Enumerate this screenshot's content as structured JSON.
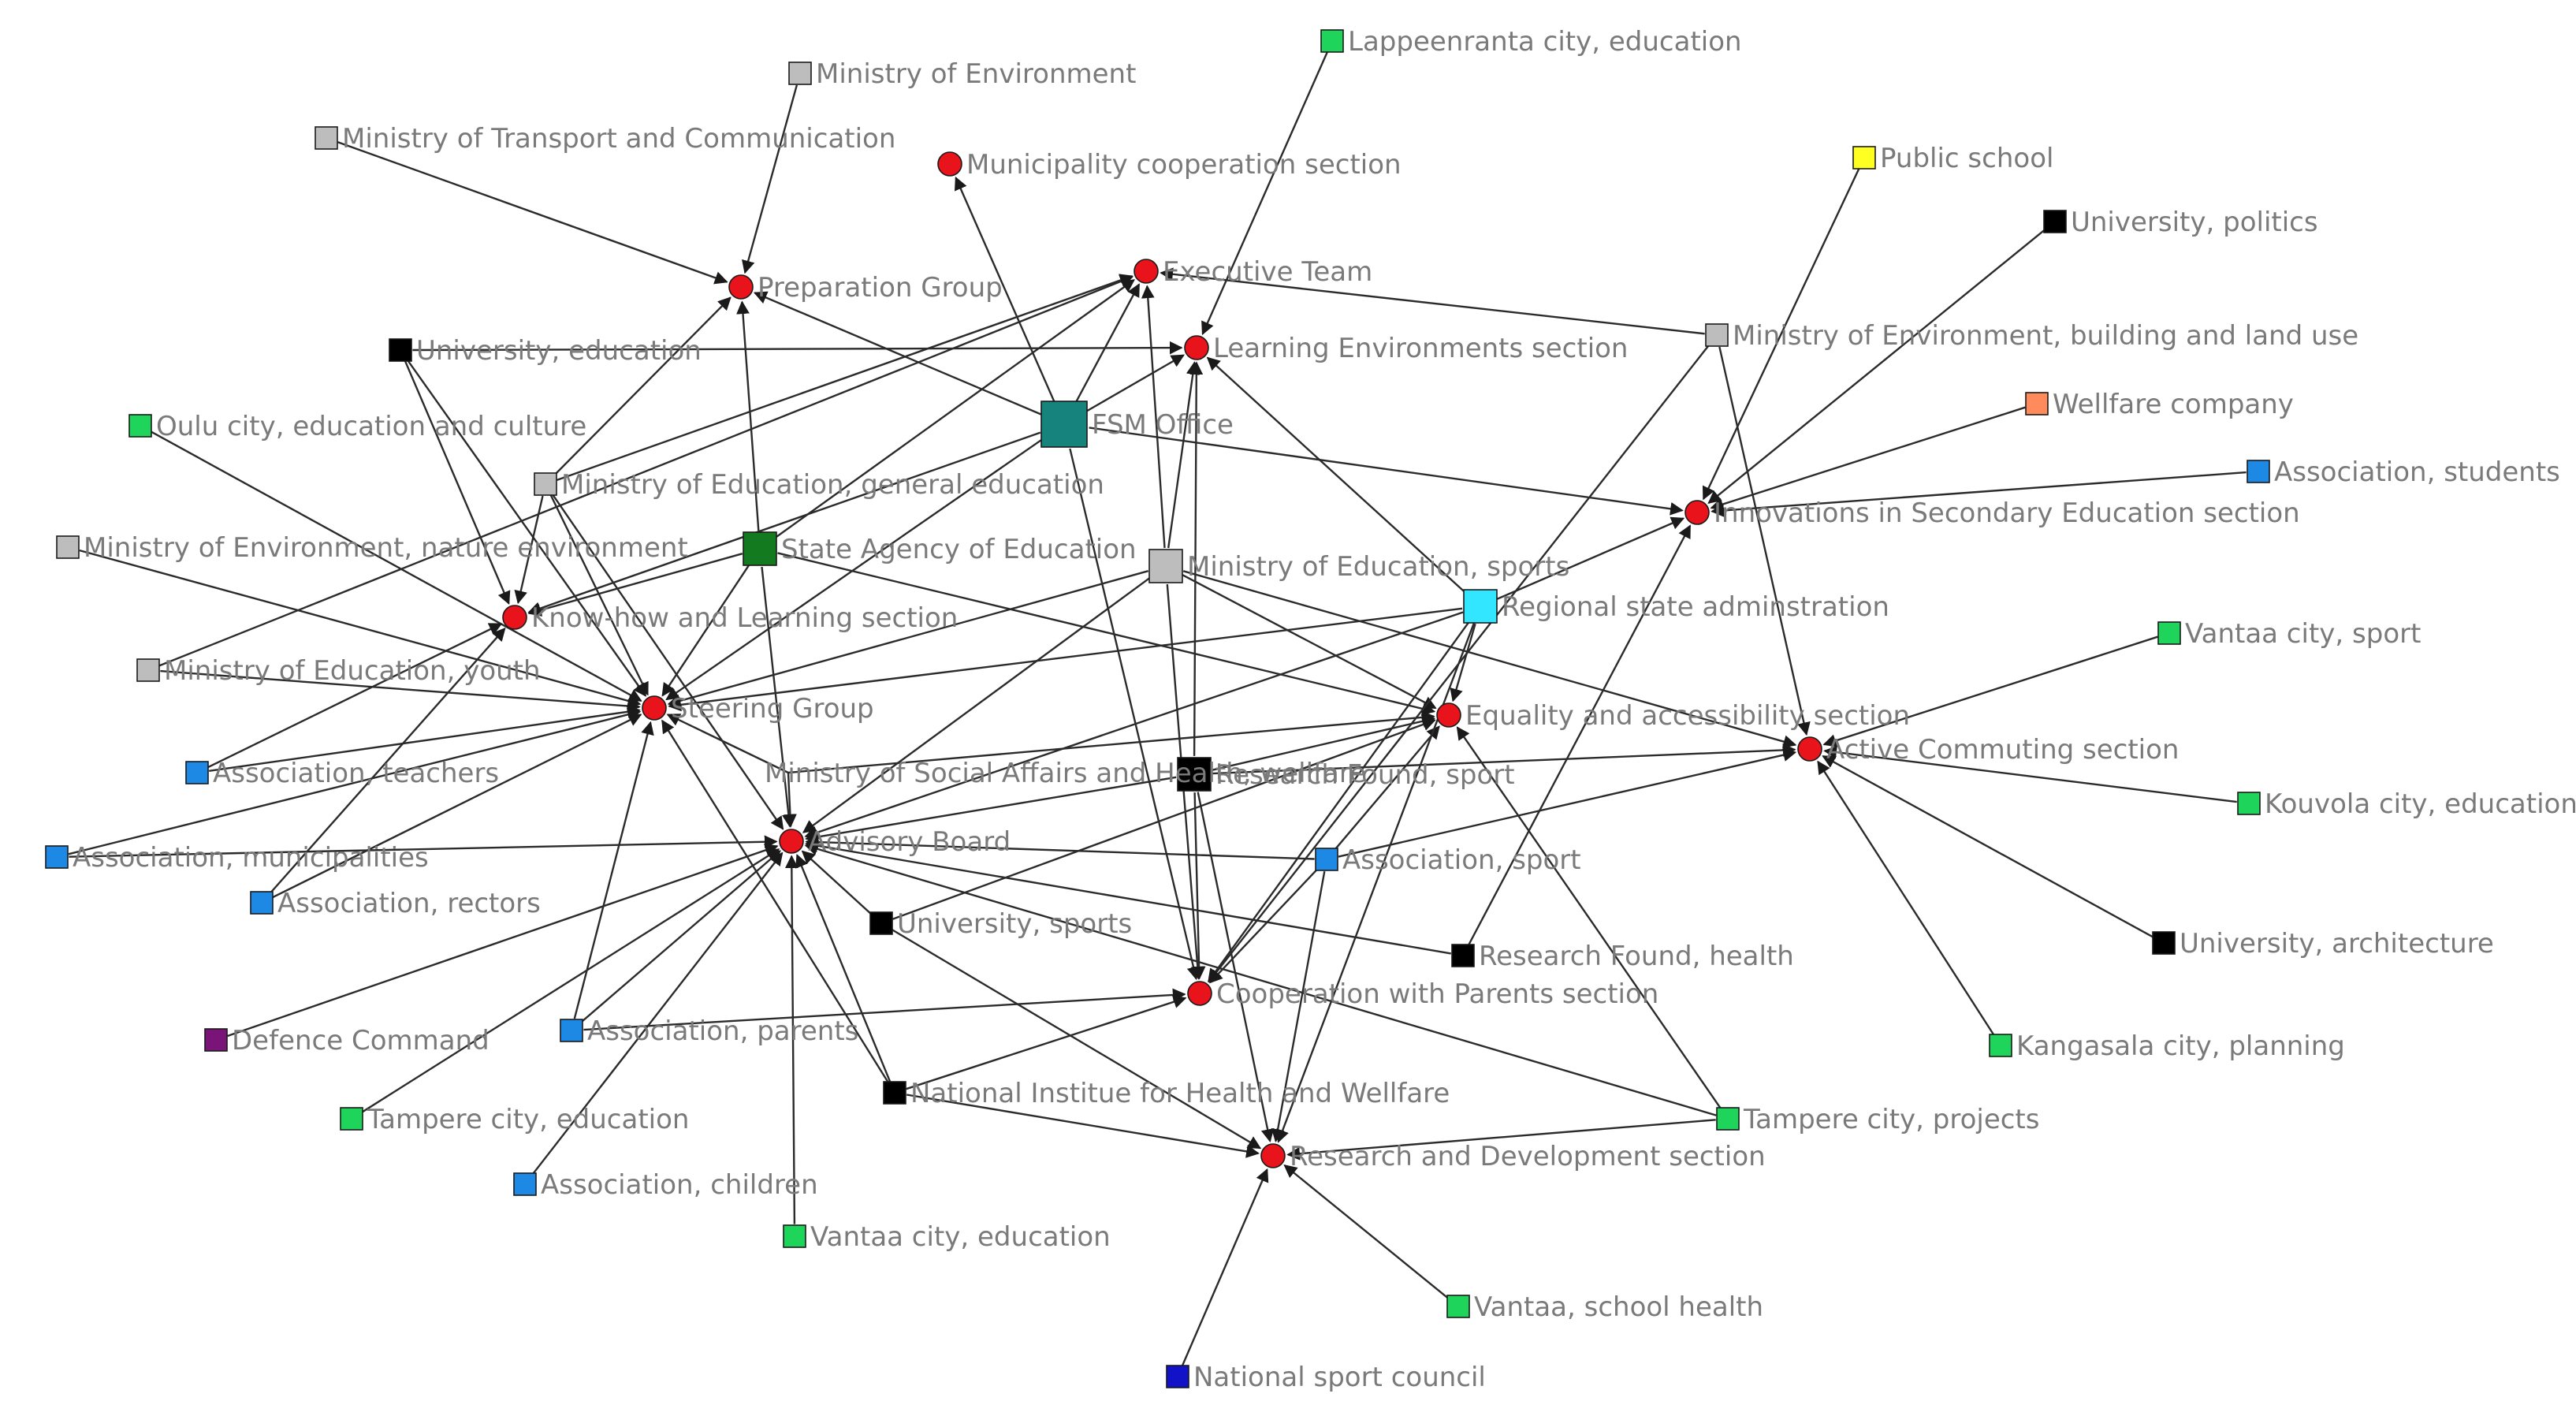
{
  "diagram": {
    "type": "network",
    "colors": {
      "section": "#e8131b",
      "ministry": "#bdbdbd",
      "university": "#000000",
      "city": "#1ed45a",
      "association": "#1e88e5",
      "fsm_office": "#16837c",
      "state_agency": "#137a1f",
      "regional_state": "#32e6ff",
      "public_school": "#ffff22",
      "welfare_company": "#ff8a5c",
      "defence": "#7a1479",
      "national_council": "#1212c8",
      "edge": "#2b2b2b",
      "label": "#7a7a7a"
    },
    "nodes": [
      {
        "id": "lappeenranta",
        "label": "Lappeenranta city, education",
        "shape": "square",
        "category": "city"
      },
      {
        "id": "min_env",
        "label": "Ministry of Environment",
        "shape": "square",
        "category": "ministry"
      },
      {
        "id": "min_transport",
        "label": "Ministry of Transport and Communication",
        "shape": "square",
        "category": "ministry"
      },
      {
        "id": "municipality_coop",
        "label": "Municipality cooperation section",
        "shape": "circle",
        "category": "section"
      },
      {
        "id": "public_school",
        "label": "Public school",
        "shape": "square",
        "category": "public_school"
      },
      {
        "id": "univ_politics",
        "label": "University, politics",
        "shape": "square",
        "category": "university"
      },
      {
        "id": "executive_team",
        "label": "Executive Team",
        "shape": "circle",
        "category": "section"
      },
      {
        "id": "preparation_group",
        "label": "Preparation Group",
        "shape": "circle",
        "category": "section"
      },
      {
        "id": "min_env_building",
        "label": "Ministry of Environment, building and land use",
        "shape": "square",
        "category": "ministry"
      },
      {
        "id": "univ_education",
        "label": "University, education",
        "shape": "square",
        "category": "university"
      },
      {
        "id": "learning_env",
        "label": "Learning Environments section",
        "shape": "circle",
        "category": "section"
      },
      {
        "id": "wellfare_company",
        "label": "Wellfare company",
        "shape": "square",
        "category": "welfare_company"
      },
      {
        "id": "fsm_office",
        "label": "FSM Office",
        "shape": "square-large",
        "category": "fsm_office"
      },
      {
        "id": "oulu",
        "label": "Oulu city, education and culture",
        "shape": "square",
        "category": "city"
      },
      {
        "id": "assoc_students",
        "label": "Association, students",
        "shape": "square",
        "category": "association"
      },
      {
        "id": "min_edu_general",
        "label": "Ministry of Education, general education",
        "shape": "square",
        "category": "ministry"
      },
      {
        "id": "innovations",
        "label": "Innovations in Secondary Education section",
        "shape": "circle",
        "category": "section"
      },
      {
        "id": "min_env_nature",
        "label": "Ministry of Environment, nature environment",
        "shape": "square",
        "category": "ministry"
      },
      {
        "id": "state_agency",
        "label": "State Agency of Education",
        "shape": "square-medium",
        "category": "state_agency"
      },
      {
        "id": "min_edu_sports",
        "label": "Ministry of Education, sports",
        "shape": "square-medium",
        "category": "ministry"
      },
      {
        "id": "regional_state",
        "label": "Regional state adminstration",
        "shape": "square-medium",
        "category": "regional_state"
      },
      {
        "id": "knowhow",
        "label": "Know-how and Learning section",
        "shape": "circle",
        "category": "section"
      },
      {
        "id": "vantaa_sport",
        "label": "Vantaa city, sport",
        "shape": "square",
        "category": "city"
      },
      {
        "id": "min_edu_youth",
        "label": "Ministry of Education, youth",
        "shape": "square",
        "category": "ministry"
      },
      {
        "id": "steering_group",
        "label": "Steering Group",
        "shape": "circle",
        "category": "section"
      },
      {
        "id": "equality",
        "label": "Equality and accessibility section",
        "shape": "circle",
        "category": "section"
      },
      {
        "id": "active_commuting",
        "label": "Active Commuting section",
        "shape": "circle",
        "category": "section"
      },
      {
        "id": "assoc_teachers",
        "label": "Association, teachers",
        "shape": "square",
        "category": "association"
      },
      {
        "id": "min_social",
        "label": "Ministry of Social Affairs and Health, wellfare",
        "shape": "none",
        "category": "ministry"
      },
      {
        "id": "research_sport",
        "label": "Research Found, sport",
        "shape": "square-medium",
        "category": "university"
      },
      {
        "id": "kouvola",
        "label": "Kouvola city, education",
        "shape": "square",
        "category": "city"
      },
      {
        "id": "assoc_municipalities",
        "label": "Association, municipalities",
        "shape": "square",
        "category": "association"
      },
      {
        "id": "advisory_board",
        "label": "Advisory Board",
        "shape": "circle",
        "category": "section"
      },
      {
        "id": "assoc_sport",
        "label": "Association, sport",
        "shape": "square",
        "category": "association"
      },
      {
        "id": "assoc_rectors",
        "label": "Association, rectors",
        "shape": "square",
        "category": "association"
      },
      {
        "id": "univ_sports",
        "label": "University, sports",
        "shape": "square",
        "category": "university"
      },
      {
        "id": "univ_architecture",
        "label": "University, architecture",
        "shape": "square",
        "category": "university"
      },
      {
        "id": "research_health",
        "label": "Research Found, health",
        "shape": "square",
        "category": "university"
      },
      {
        "id": "coop_parents",
        "label": "Cooperation with Parents section",
        "shape": "circle",
        "category": "section"
      },
      {
        "id": "defence",
        "label": "Defence Command",
        "shape": "square",
        "category": "defence"
      },
      {
        "id": "assoc_parents",
        "label": "Association, parents",
        "shape": "square",
        "category": "association"
      },
      {
        "id": "kangasala",
        "label": "Kangasala city, planning",
        "shape": "square",
        "category": "city"
      },
      {
        "id": "national_institute",
        "label": "National Institue for Health and Wellfare",
        "shape": "square",
        "category": "university"
      },
      {
        "id": "tampere_edu",
        "label": "Tampere city, education",
        "shape": "square",
        "category": "city"
      },
      {
        "id": "tampere_projects",
        "label": "Tampere city, projects",
        "shape": "square",
        "category": "city"
      },
      {
        "id": "rnd",
        "label": "Research and Development section",
        "shape": "circle",
        "category": "section"
      },
      {
        "id": "assoc_children",
        "label": "Association, children",
        "shape": "square",
        "category": "association"
      },
      {
        "id": "vantaa_edu",
        "label": "Vantaa city, education",
        "shape": "square",
        "category": "city"
      },
      {
        "id": "vantaa_health",
        "label": "Vantaa, school health",
        "shape": "square",
        "category": "city"
      },
      {
        "id": "national_sport",
        "label": "National sport council",
        "shape": "square",
        "category": "national_council"
      }
    ],
    "edges": [
      [
        "min_transport",
        "preparation_group"
      ],
      [
        "min_env",
        "preparation_group"
      ],
      [
        "lappeenranta",
        "learning_env"
      ],
      [
        "fsm_office",
        "municipality_coop"
      ],
      [
        "fsm_office",
        "executive_team"
      ],
      [
        "fsm_office",
        "preparation_group"
      ],
      [
        "fsm_office",
        "learning_env"
      ],
      [
        "fsm_office",
        "innovations"
      ],
      [
        "fsm_office",
        "knowhow"
      ],
      [
        "fsm_office",
        "steering_group"
      ],
      [
        "fsm_office",
        "coop_parents"
      ],
      [
        "univ_education",
        "learning_env"
      ],
      [
        "univ_education",
        "knowhow"
      ],
      [
        "univ_education",
        "steering_group"
      ],
      [
        "oulu",
        "steering_group"
      ],
      [
        "min_edu_general",
        "preparation_group"
      ],
      [
        "min_edu_general",
        "executive_team"
      ],
      [
        "min_edu_general",
        "knowhow"
      ],
      [
        "min_edu_general",
        "steering_group"
      ],
      [
        "min_edu_general",
        "advisory_board"
      ],
      [
        "min_env_nature",
        "steering_group"
      ],
      [
        "min_edu_youth",
        "steering_group"
      ],
      [
        "min_edu_youth",
        "executive_team"
      ],
      [
        "state_agency",
        "preparation_group"
      ],
      [
        "state_agency",
        "executive_team"
      ],
      [
        "state_agency",
        "knowhow"
      ],
      [
        "state_agency",
        "steering_group"
      ],
      [
        "state_agency",
        "advisory_board"
      ],
      [
        "state_agency",
        "equality"
      ],
      [
        "min_edu_sports",
        "executive_team"
      ],
      [
        "min_edu_sports",
        "learning_env"
      ],
      [
        "min_edu_sports",
        "steering_group"
      ],
      [
        "min_edu_sports",
        "advisory_board"
      ],
      [
        "min_edu_sports",
        "equality"
      ],
      [
        "min_edu_sports",
        "active_commuting"
      ],
      [
        "min_edu_sports",
        "coop_parents"
      ],
      [
        "regional_state",
        "innovations"
      ],
      [
        "regional_state",
        "equality"
      ],
      [
        "regional_state",
        "steering_group"
      ],
      [
        "regional_state",
        "advisory_board"
      ],
      [
        "regional_state",
        "coop_parents"
      ],
      [
        "regional_state",
        "learning_env"
      ],
      [
        "public_school",
        "innovations"
      ],
      [
        "univ_politics",
        "innovations"
      ],
      [
        "wellfare_company",
        "innovations"
      ],
      [
        "assoc_students",
        "innovations"
      ],
      [
        "min_env_building",
        "executive_team"
      ],
      [
        "min_env_building",
        "active_commuting"
      ],
      [
        "min_env_building",
        "coop_parents"
      ],
      [
        "vantaa_sport",
        "active_commuting"
      ],
      [
        "kouvola",
        "active_commuting"
      ],
      [
        "univ_architecture",
        "active_commuting"
      ],
      [
        "kangasala",
        "active_commuting"
      ],
      [
        "research_sport",
        "learning_env"
      ],
      [
        "research_sport",
        "equality"
      ],
      [
        "research_sport",
        "active_commuting"
      ],
      [
        "research_sport",
        "coop_parents"
      ],
      [
        "research_sport",
        "rnd"
      ],
      [
        "research_sport",
        "advisory_board"
      ],
      [
        "assoc_teachers",
        "steering_group"
      ],
      [
        "assoc_teachers",
        "knowhow"
      ],
      [
        "assoc_municipalities",
        "steering_group"
      ],
      [
        "assoc_municipalities",
        "advisory_board"
      ],
      [
        "assoc_rectors",
        "steering_group"
      ],
      [
        "assoc_rectors",
        "knowhow"
      ],
      [
        "min_social",
        "advisory_board"
      ],
      [
        "min_social",
        "steering_group"
      ],
      [
        "min_social",
        "equality"
      ],
      [
        "assoc_sport",
        "advisory_board"
      ],
      [
        "assoc_sport",
        "active_commuting"
      ],
      [
        "assoc_sport",
        "equality"
      ],
      [
        "assoc_sport",
        "coop_parents"
      ],
      [
        "univ_sports",
        "advisory_board"
      ],
      [
        "univ_sports",
        "equality"
      ],
      [
        "research_health",
        "advisory_board"
      ],
      [
        "research_health",
        "innovations"
      ],
      [
        "defence",
        "advisory_board"
      ],
      [
        "assoc_parents",
        "advisory_board"
      ],
      [
        "assoc_parents",
        "coop_parents"
      ],
      [
        "assoc_parents",
        "steering_group"
      ],
      [
        "tampere_edu",
        "advisory_board"
      ],
      [
        "assoc_children",
        "advisory_board"
      ],
      [
        "vantaa_edu",
        "advisory_board"
      ],
      [
        "national_institute",
        "advisory_board"
      ],
      [
        "national_institute",
        "coop_parents"
      ],
      [
        "national_institute",
        "rnd"
      ],
      [
        "national_institute",
        "steering_group"
      ],
      [
        "tampere_projects",
        "rnd"
      ],
      [
        "tampere_projects",
        "equality"
      ],
      [
        "tampere_projects",
        "advisory_board"
      ],
      [
        "vantaa_health",
        "rnd"
      ],
      [
        "national_sport",
        "rnd"
      ],
      [
        "univ_sports",
        "rnd"
      ],
      [
        "assoc_sport",
        "rnd"
      ],
      [
        "regional_state",
        "rnd"
      ]
    ]
  }
}
